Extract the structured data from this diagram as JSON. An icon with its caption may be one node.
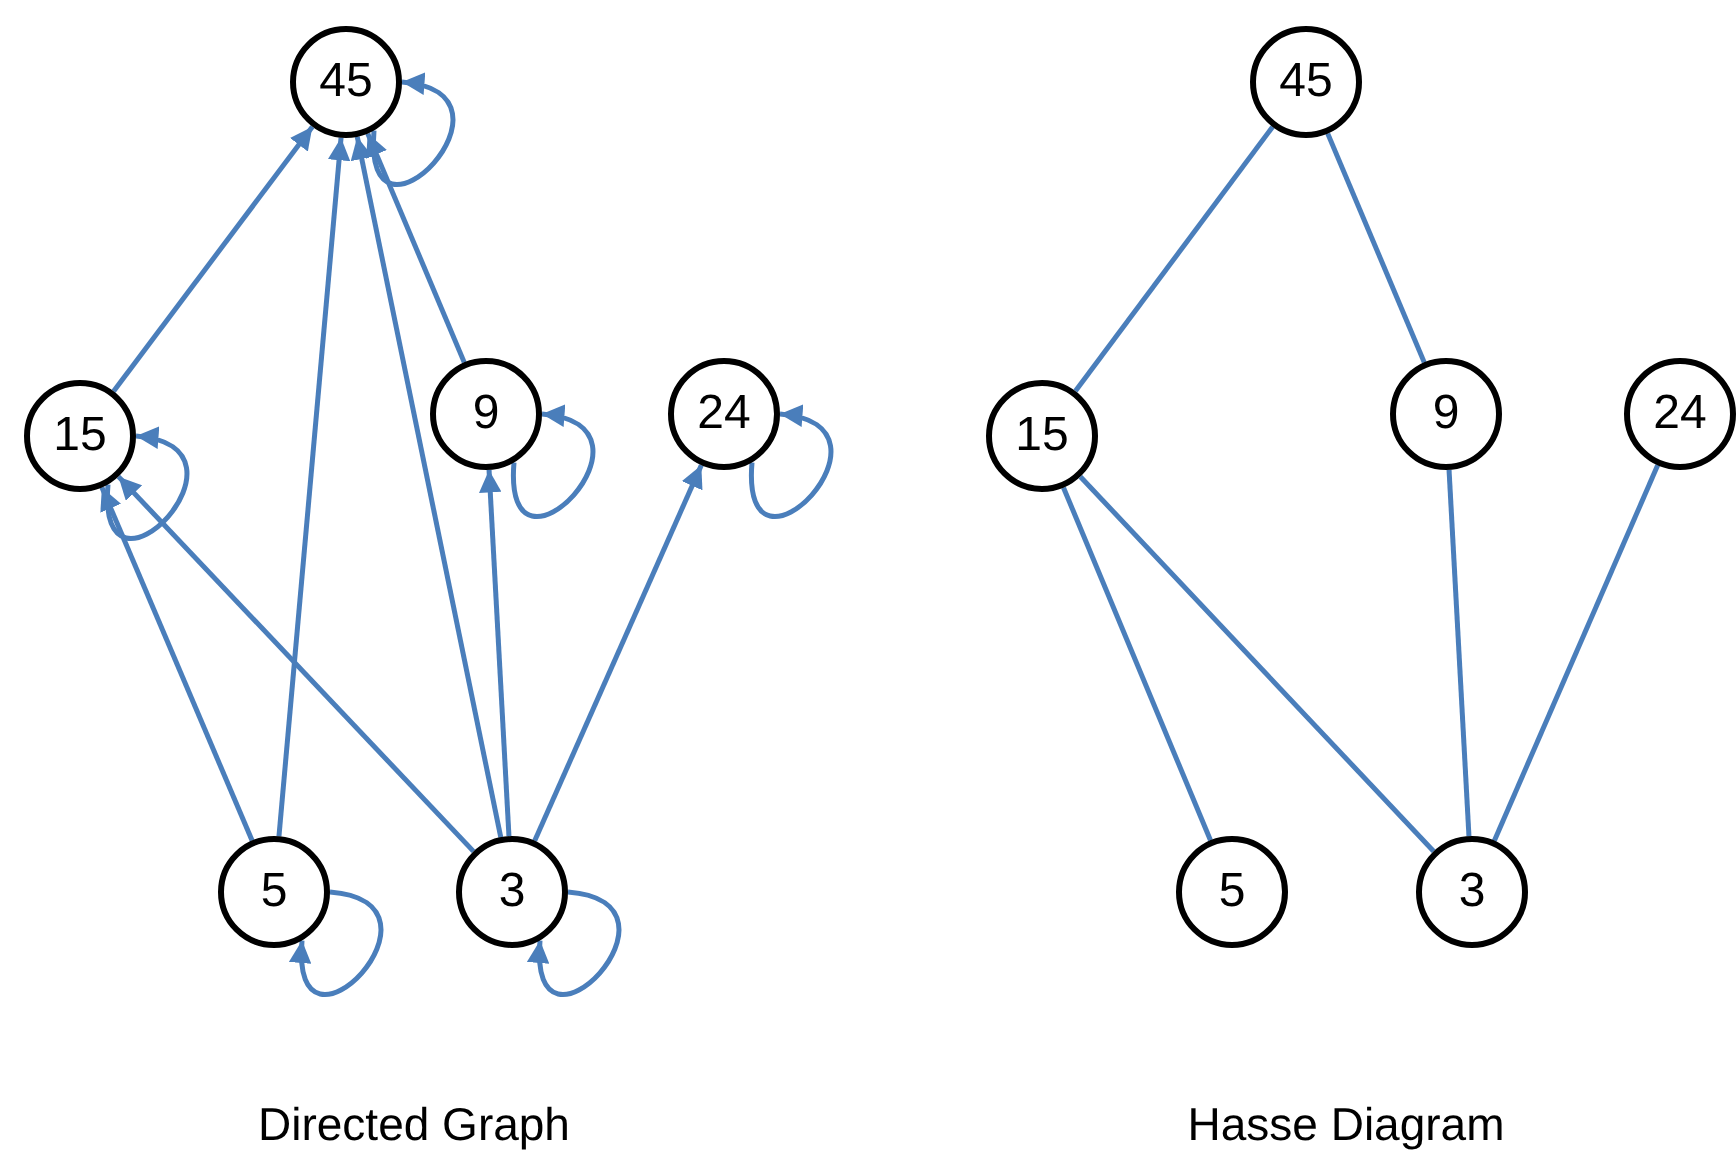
{
  "diagram": {
    "nodes": [
      {
        "text": [
          "45"
        ]
      },
      {
        "text": [
          "15"
        ]
      },
      {
        "text": [
          "9"
        ]
      },
      {
        "text": [
          "24"
        ]
      },
      {
        "text": [
          "5"
        ]
      },
      {
        "text": [
          "3"
        ]
      },
      {
        "text": [
          "45"
        ]
      },
      {
        "text": [
          "15"
        ]
      },
      {
        "text": [
          "9"
        ]
      },
      {
        "text": [
          "24"
        ]
      },
      {
        "text": [
          "5"
        ]
      },
      {
        "text": [
          "3"
        ]
      }
    ],
    "edges": [
      {
        "from": 1,
        "to": 0,
        "arrow": "to"
      },
      {
        "from": 4,
        "to": 0,
        "arrow": "to"
      },
      {
        "from": 5,
        "to": 0,
        "arrow": "to"
      },
      {
        "from": 2,
        "to": 0,
        "arrow": "to"
      },
      {
        "from": 4,
        "to": 1,
        "arrow": "to"
      },
      {
        "from": 5,
        "to": 1,
        "arrow": "to"
      },
      {
        "from": 5,
        "to": 2,
        "arrow": "to"
      },
      {
        "from": 5,
        "to": 3,
        "arrow": "to"
      },
      {
        "from": 0,
        "to": 0,
        "arrow": "to"
      },
      {
        "from": 1,
        "to": 1,
        "arrow": "to"
      },
      {
        "from": 2,
        "to": 2,
        "arrow": "to"
      },
      {
        "from": 3,
        "to": 3,
        "arrow": "to"
      },
      {
        "from": 4,
        "to": 4,
        "arrow": "to"
      },
      {
        "from": 5,
        "to": 5,
        "arrow": "to"
      },
      {
        "from": 7,
        "to": 6,
        "arrow": "none"
      },
      {
        "from": 8,
        "to": 6,
        "arrow": "none"
      },
      {
        "from": 10,
        "to": 7,
        "arrow": "none"
      },
      {
        "from": 11,
        "to": 7,
        "arrow": "none"
      },
      {
        "from": 11,
        "to": 8,
        "arrow": "none"
      },
      {
        "from": 11,
        "to": 9,
        "arrow": "none"
      }
    ],
    "labels": [
      "Directed Graph",
      "Hasse Diagram"
    ]
  }
}
